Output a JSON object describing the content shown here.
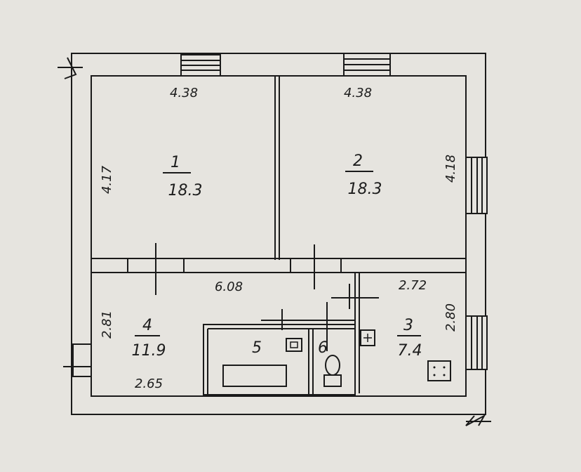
{
  "rooms": [
    {
      "number": "1",
      "area": "18.3"
    },
    {
      "number": "2",
      "area": "18.3"
    },
    {
      "number": "3",
      "area": "7.4"
    },
    {
      "number": "4",
      "area": "11.9"
    },
    {
      "number": "5"
    },
    {
      "number": "6"
    }
  ],
  "dimensions": {
    "room1_width": "4.38",
    "room1_depth": "4.17",
    "room2_width": "4.38",
    "room2_depth": "4.18",
    "hall_length": "6.08",
    "room3_width": "2.72",
    "room3_depth": "2.80",
    "room4_depth": "2.81",
    "room4_width": "2.65"
  },
  "colors": {
    "paper": "#e6e4df",
    "ink": "#1a1a1a"
  }
}
